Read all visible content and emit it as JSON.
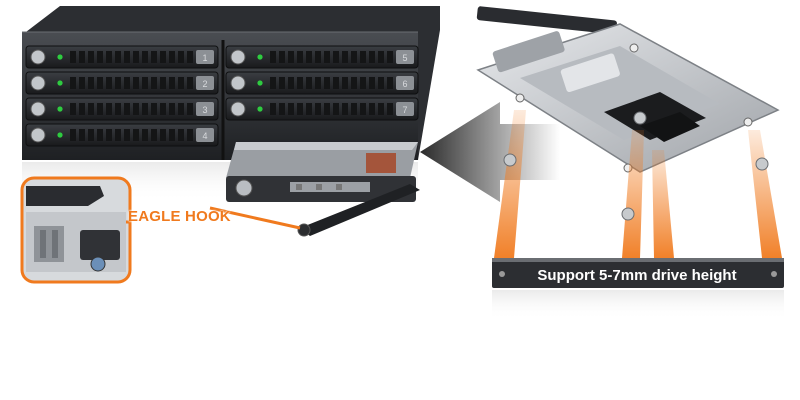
{
  "labels": {
    "eagle_hook": "EAGLE HOOK",
    "drive_height": "Support 5-7mm drive height"
  },
  "bays": {
    "left": [
      {
        "number": "1",
        "led": "on"
      },
      {
        "number": "2",
        "led": "on"
      },
      {
        "number": "3",
        "led": "on"
      },
      {
        "number": "4",
        "led": "on"
      }
    ],
    "right": [
      {
        "number": "5",
        "led": "on"
      },
      {
        "number": "6",
        "led": "on"
      },
      {
        "number": "7",
        "led": "on"
      }
    ]
  },
  "colors": {
    "accent_orange": "#f07a1e",
    "led_green": "#2ecc40",
    "chassis": "#2b2d31",
    "tray_silver": "#c9ccd0"
  },
  "icons": [
    "arrow-left-icon",
    "magnifier-callout-icon"
  ]
}
